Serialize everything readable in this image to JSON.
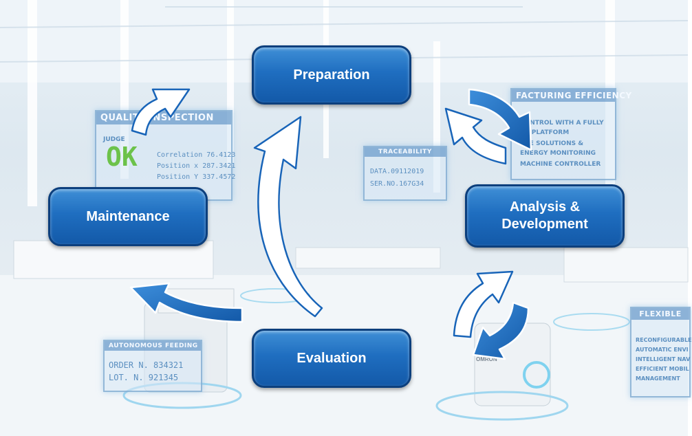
{
  "diagram": {
    "nodes": {
      "preparation": "Preparation",
      "analysis": "Analysis &\nDevelopment",
      "evaluation": "Evaluation",
      "maintenance": "Maintenance"
    },
    "colors": {
      "node_fill": "#1f6ec0",
      "node_border": "#0c3f7d",
      "arrow_white": "#ffffff",
      "arrow_blue": "#1864b8"
    }
  },
  "background_panels": {
    "quality": {
      "title": "QUALITY INSPECTION",
      "judge": "JUDGE",
      "result": "OK",
      "rows": [
        "Correlation  76.4123",
        "Position x 287.3421",
        "Position Y 337.4572"
      ]
    },
    "traceability": {
      "title": "TRACEABILITY",
      "rows": [
        "DATA.09112019",
        "SER.NO.167G34"
      ]
    },
    "manufacturing": {
      "title": "FACTURING EFFICIENCY",
      "rows": [
        "CONTROL WITH A FULLY",
        "ED PLATFORM",
        "OEE SOLUTIONS &",
        "ENERGY MONITORING",
        "MACHINE CONTROLLER"
      ]
    },
    "autonomous": {
      "title": "AUTONOMOUS FEEDING",
      "rows": [
        "ORDER N. 834321",
        "LOT.   N. 921345"
      ]
    },
    "flexible": {
      "title": "FLEXIBLE",
      "rows": [
        "RECONFIGURABLE",
        "AUTOMATIC ENVI",
        "INTELLIGENT NAV",
        "EFFICIENT MOBIL",
        "MANAGEMENT"
      ]
    },
    "robot_logo": "OMRON"
  }
}
